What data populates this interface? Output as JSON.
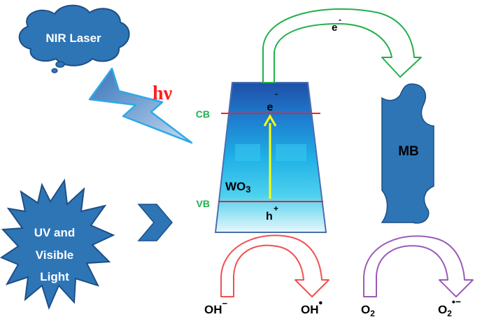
{
  "light_sources": {
    "nir_label": "NIR Laser",
    "photon_label": "hν",
    "uv_label_lines": [
      "UV and",
      "Visible",
      "Light"
    ]
  },
  "semiconductor": {
    "name": "WO",
    "name_subscript": "3",
    "cb_label": "CB",
    "vb_label": "VB",
    "electron": "e",
    "electron_charge": "-",
    "hole": "h",
    "hole_charge": "+"
  },
  "transfer": {
    "electron": "e",
    "electron_charge": "-"
  },
  "dye": {
    "label": "MB"
  },
  "reactions": {
    "oxidation_reactant": "OH",
    "oxidation_reactant_charge": "−",
    "oxidation_product": "OH",
    "oxidation_product_mark": "•",
    "reduction_reactant": "O",
    "reduction_reactant_sub": "2",
    "reduction_product": "O",
    "reduction_product_sub": "2",
    "reduction_product_mark": "•−"
  },
  "colors": {
    "cloud_fill": "#2e75b6",
    "burst_fill": "#2e75b6",
    "chevron_fill": "#2e75b6",
    "photon_text": "#ff2020",
    "band_label": "#22b04b",
    "band_line": "#ff2020",
    "excitation_arrow": "#ffff00",
    "transfer_arrow": "#22b04b",
    "oxidation_arrow": "#f05050",
    "reduction_arrow": "#9a5cb8",
    "dye_fill": "#2e75b6",
    "text_dark": "#000000",
    "text_white": "#ffffff"
  }
}
